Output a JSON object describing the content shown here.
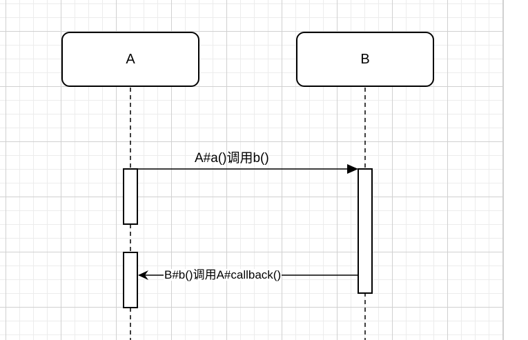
{
  "diagram": {
    "type": "sequence-diagram",
    "participants": [
      {
        "id": "A",
        "label": "A"
      },
      {
        "id": "B",
        "label": "B"
      }
    ],
    "messages": [
      {
        "from": "A",
        "to": "B",
        "label": "A#a()调用b()",
        "arrow": "filled"
      },
      {
        "from": "B",
        "to": "A",
        "label": "B#b()调用A#callback()",
        "arrow": "open"
      }
    ],
    "colors": {
      "stroke": "#000000",
      "background": "#ffffff",
      "grid_major": "#d0d0d0",
      "grid_minor": "#ececec"
    }
  }
}
